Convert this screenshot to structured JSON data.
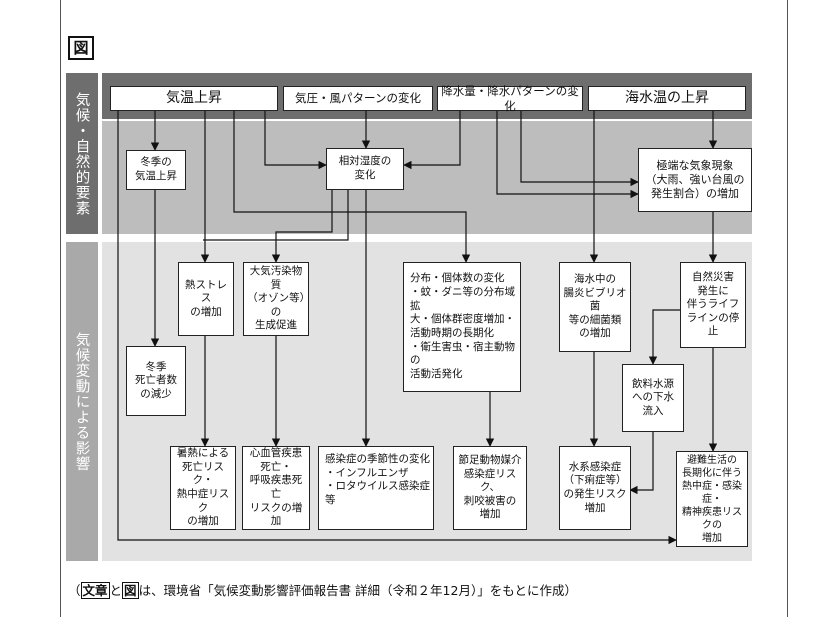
{
  "figure_label": "図",
  "side_labels": {
    "top": "気候・自然的要素",
    "bottom": "気候変動による影響"
  },
  "boxes": {
    "kion": "気温上昇",
    "kiatsu": "気圧・風パターンの変化",
    "kousui": "降水量・降水パターンの変化",
    "kaisui": "海水温の上昇",
    "toki_kion": "冬季の\n気温上昇",
    "shitsudo": "相対湿度の\n変化",
    "kyokutan": "極端な気象現象\n（大雨、強い台風の\n発生割合）の増加",
    "netsu_stress": "熱ストレス\nの増加",
    "taiki": "大気汚染物質\n（オゾン等）の\n生成促進",
    "bunpu": "分布・個体数の変化\n・蚊・ダニ等の分布域拡\n大・個体群密度増加・\n活動時期の長期化\n・衛生害虫・宿主動物の\n活動活発化",
    "kaisui_naka": "海水中の\n腸炎ビブリオ菌\n等の細菌類\nの増加",
    "shizen_saigai": "自然災害\n発生に\n伴うライフ\nラインの停止",
    "toki_shibou": "冬季\n死亡者数\nの減少",
    "inryou": "飲料水源\nへの下水\n流入",
    "shonetsu": "暑熱による\n死亡リスク・\n熱中症リスク\nの増加",
    "shinkekkan": "心血管疾患\n死亡・\n呼吸疾患死亡\nリスクの増加",
    "kansen_kisetsu": "感染症の季節性の変化\n・インフルエンザ\n・ロタウイルス感染症等",
    "sessoku": "節足動物媒介\n感染症リスク、\n刺咬被害の\n増加",
    "suikei": "水系感染症\n（下痢症等）\nの発生リスク\n増加",
    "hinan": "避難生活の\n長期化に伴う\n熱中症・感染症・\n精神疾患リスクの\n増加"
  },
  "caption": {
    "open": "（",
    "tag1": "文章",
    "and": "と",
    "tag2": "図",
    "rest": "は、環境省「気候変動影響評価報告書 詳細（令和２年12月）」をもとに作成）"
  }
}
